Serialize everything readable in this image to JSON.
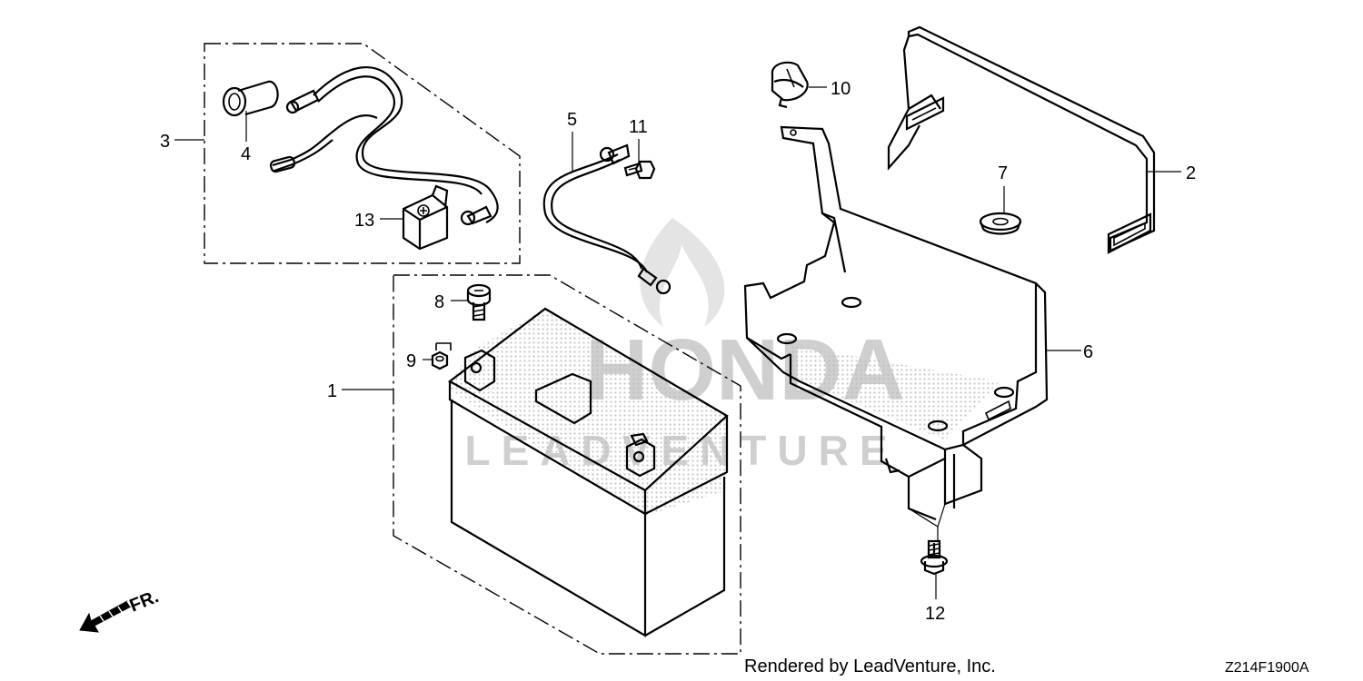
{
  "callouts": {
    "c1": "1",
    "c2": "2",
    "c3": "3",
    "c4": "4",
    "c5": "5",
    "c6": "6",
    "c7": "7",
    "c8": "8",
    "c9": "9",
    "c10": "10",
    "c11": "11",
    "c12": "12",
    "c13": "13"
  },
  "direction_label": "FR.",
  "watermark": {
    "brand": "HONDA",
    "subtext": "LEADVENTURE"
  },
  "footer": {
    "credit": "Rendered by LeadVenture, Inc.",
    "diagram_code": "Z214F1900A"
  }
}
